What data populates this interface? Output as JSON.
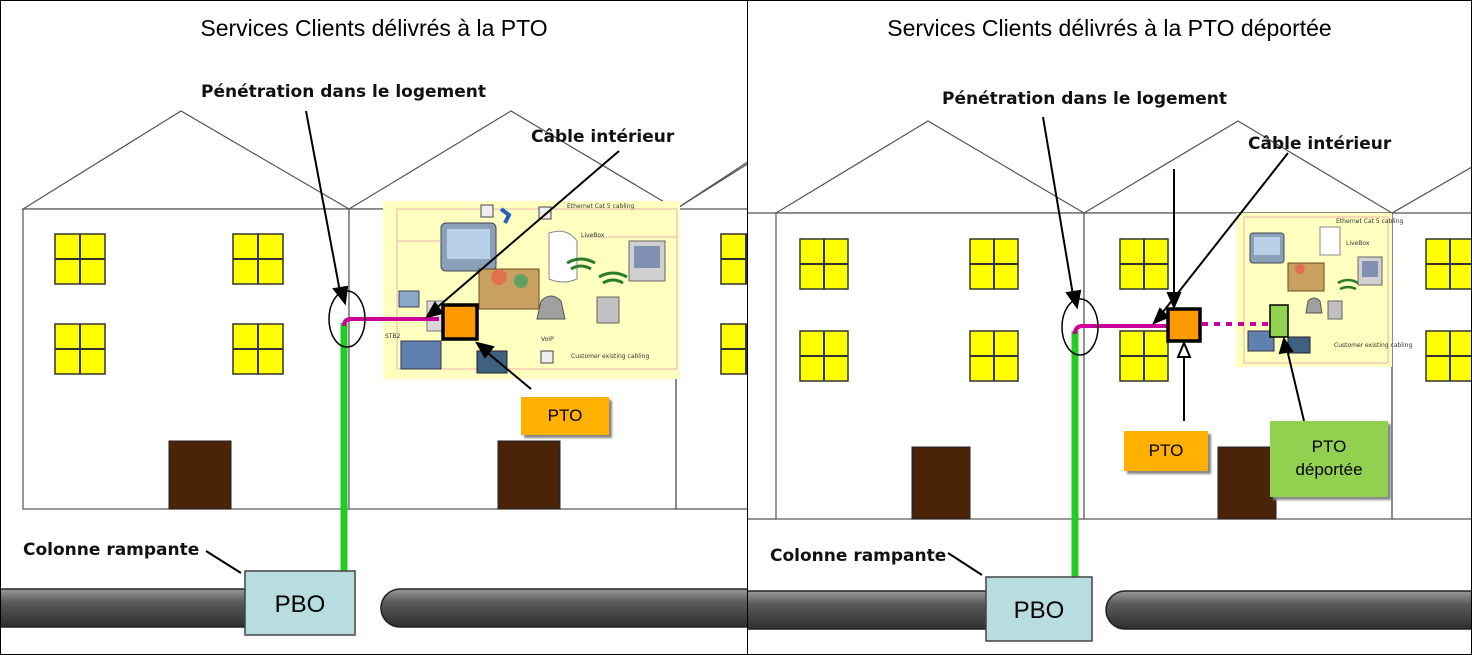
{
  "left": {
    "title": "Services Clients délivrés à la PTO",
    "penetration_label": "Pénétration dans le logement",
    "cable_label": "Câble intérieur",
    "colonne_label": "Colonne rampante",
    "pbo_label": "PBO",
    "pto_label": "PTO",
    "inset_labels": {
      "ethernet": "Ethernet Cat 5 cabling",
      "livebox": "LiveBox",
      "customer": "Customer existing cabling",
      "stb": "STB2",
      "voip": "VoIP"
    }
  },
  "right": {
    "title": "Services Clients délivrés à la PTO déportée",
    "penetration_label": "Pénétration dans le logement",
    "cable_label": "Câble intérieur",
    "colonne_label": "Colonne rampante",
    "pbo_label": "PBO",
    "pto_label": "PTO",
    "pto_deportee_label": "PTO\ndéportée",
    "inset_labels": {
      "ethernet": "Ethernet Cat 5 cabling",
      "livebox": "LiveBox",
      "customer": "Customer existing cabling"
    }
  },
  "colors": {
    "window": "#ffff00",
    "door": "#4a2408",
    "fiber_green": "#22cc22",
    "cable_magenta": "#cc0099",
    "pto_orange": "#ff9900",
    "pbo_box": "#b8dde1",
    "pipe": "#555555",
    "inset_bg": "#ffffc0"
  }
}
